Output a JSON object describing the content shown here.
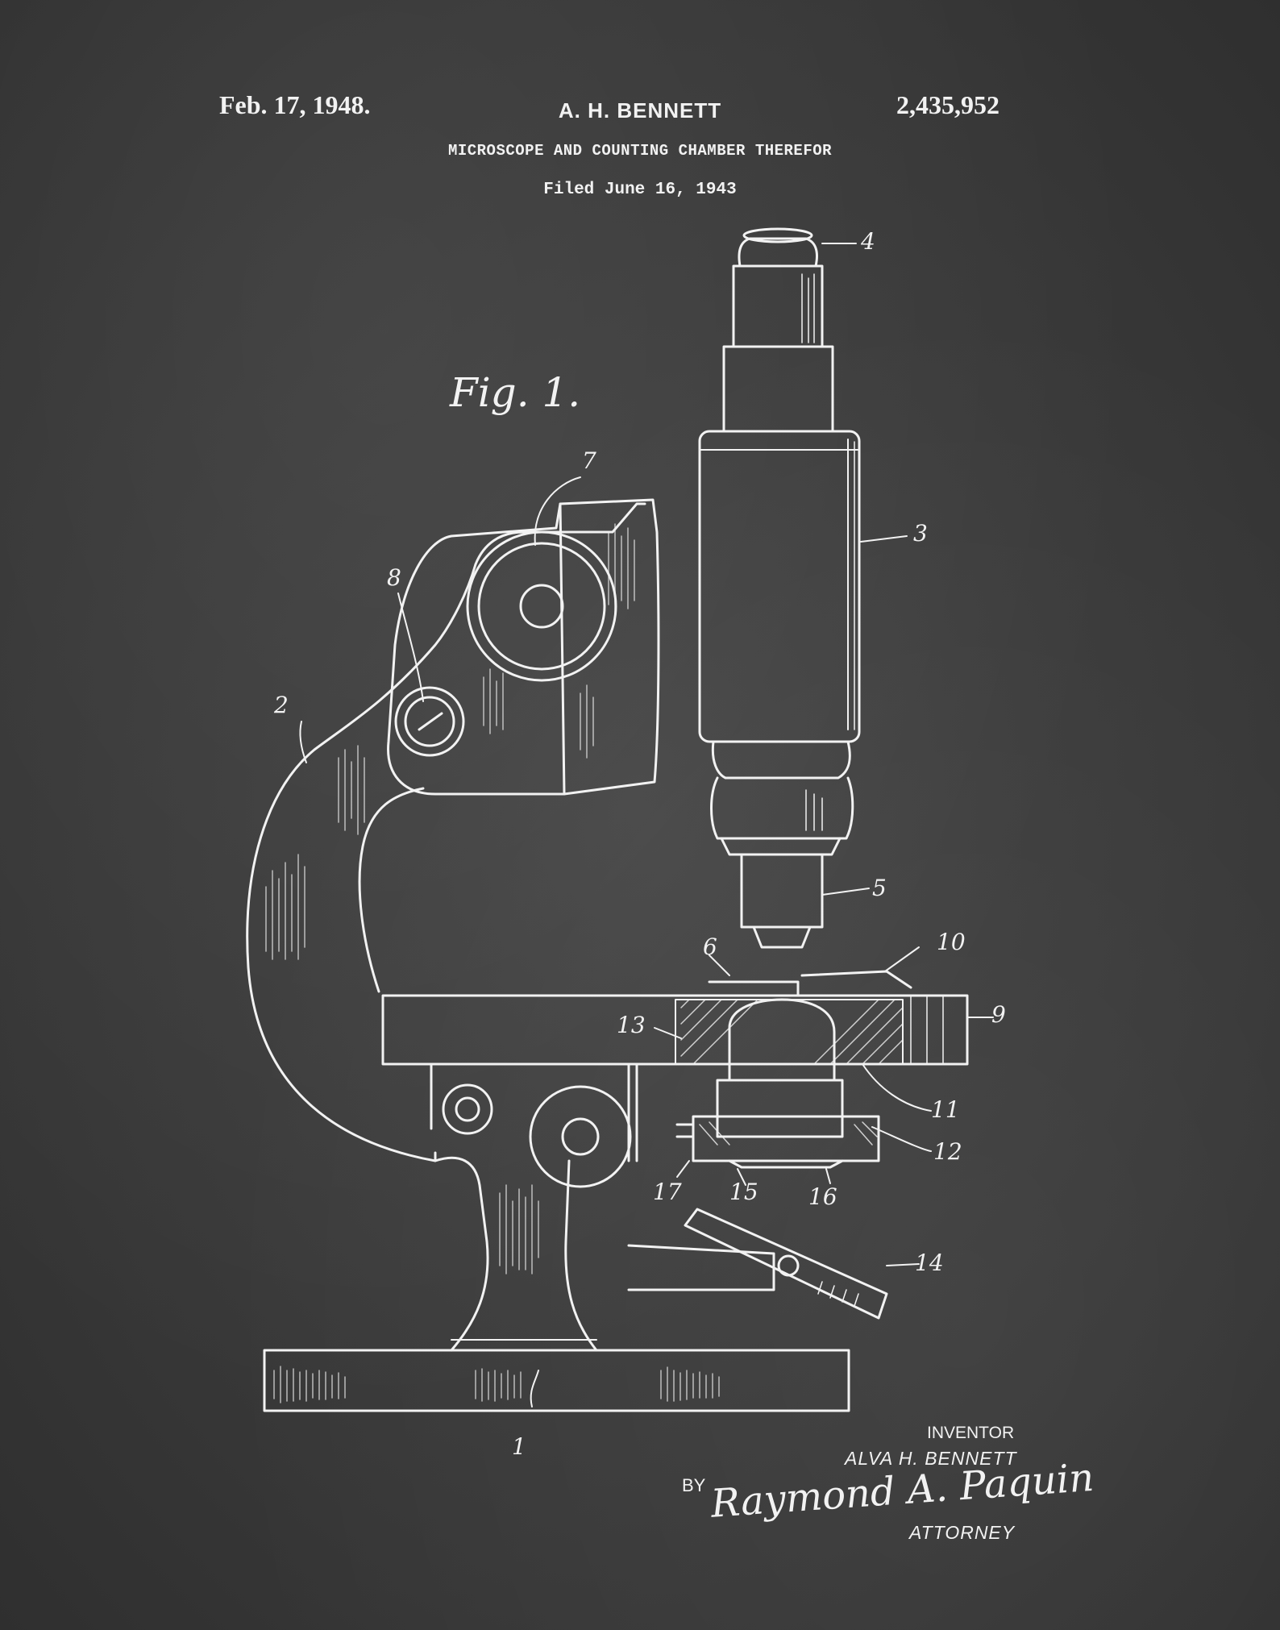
{
  "header": {
    "date": "Feb. 17, 1948.",
    "inventor": "A. H. BENNETT",
    "patent_number": "2,435,952",
    "title": "MICROSCOPE AND COUNTING CHAMBER THEREFOR",
    "filed": "Filed June 16, 1943"
  },
  "figure": {
    "label": "Fig. 1.",
    "references": [
      "1",
      "2",
      "3",
      "4",
      "5",
      "6",
      "7",
      "8",
      "9",
      "10",
      "11",
      "12",
      "13",
      "14",
      "15",
      "16",
      "17"
    ]
  },
  "footer": {
    "inventor_label": "INVENTOR",
    "inventor_name": "ALVA H. BENNETT",
    "by_label": "BY",
    "signature": "Raymond A. Paquin",
    "attorney_label": "ATTORNEY"
  },
  "colors": {
    "chalkboard": "#3b3b3b",
    "chalk": "#f2f2f2"
  }
}
